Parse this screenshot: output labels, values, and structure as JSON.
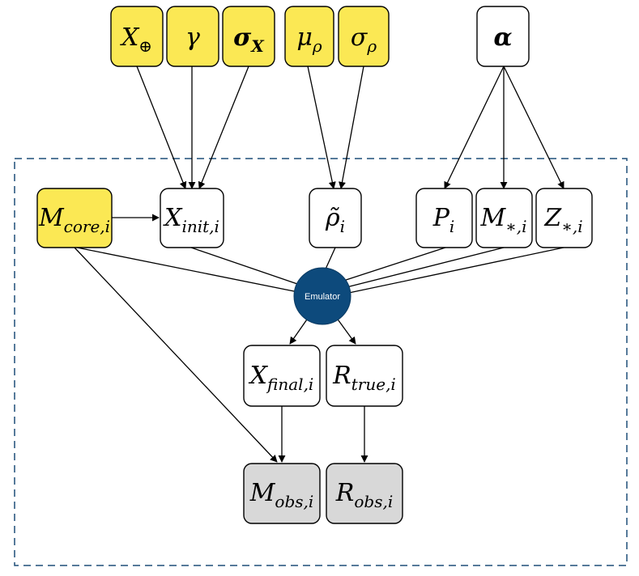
{
  "colors": {
    "hyperparameter_fill": "#fbe854",
    "observed_fill": "#d8d8d8",
    "latent_fill": "#ffffff",
    "emulator_fill": "#0d4a7c",
    "plate_stroke": "#1f4e79"
  },
  "emulator": {
    "label": "Emulator"
  },
  "nodes": {
    "x_earth": {
      "main": "X",
      "sub": "⊕"
    },
    "gamma": {
      "main": "γ",
      "sub": ""
    },
    "sigma_x": {
      "main": "σ",
      "sub": "X"
    },
    "mu_rho": {
      "main": "μ",
      "sub": "ρ"
    },
    "sigma_rho": {
      "main": "σ",
      "sub": "ρ"
    },
    "alpha": {
      "main": "α",
      "sub": ""
    },
    "m_core": {
      "main": "M",
      "sub": "core,i"
    },
    "x_init": {
      "main": "X",
      "sub": "init,i"
    },
    "rho_tilde": {
      "main": "ρ̃",
      "sub": "i"
    },
    "p_i": {
      "main": "P",
      "sub": "i"
    },
    "m_star": {
      "main": "M",
      "sub": "∗,i"
    },
    "z_star": {
      "main": "Z",
      "sub": "∗,i"
    },
    "x_final": {
      "main": "X",
      "sub": "final,i"
    },
    "r_true": {
      "main": "R",
      "sub": "true,i"
    },
    "m_obs": {
      "main": "M",
      "sub": "obs,i"
    },
    "r_obs": {
      "main": "R",
      "sub": "obs,i"
    }
  }
}
